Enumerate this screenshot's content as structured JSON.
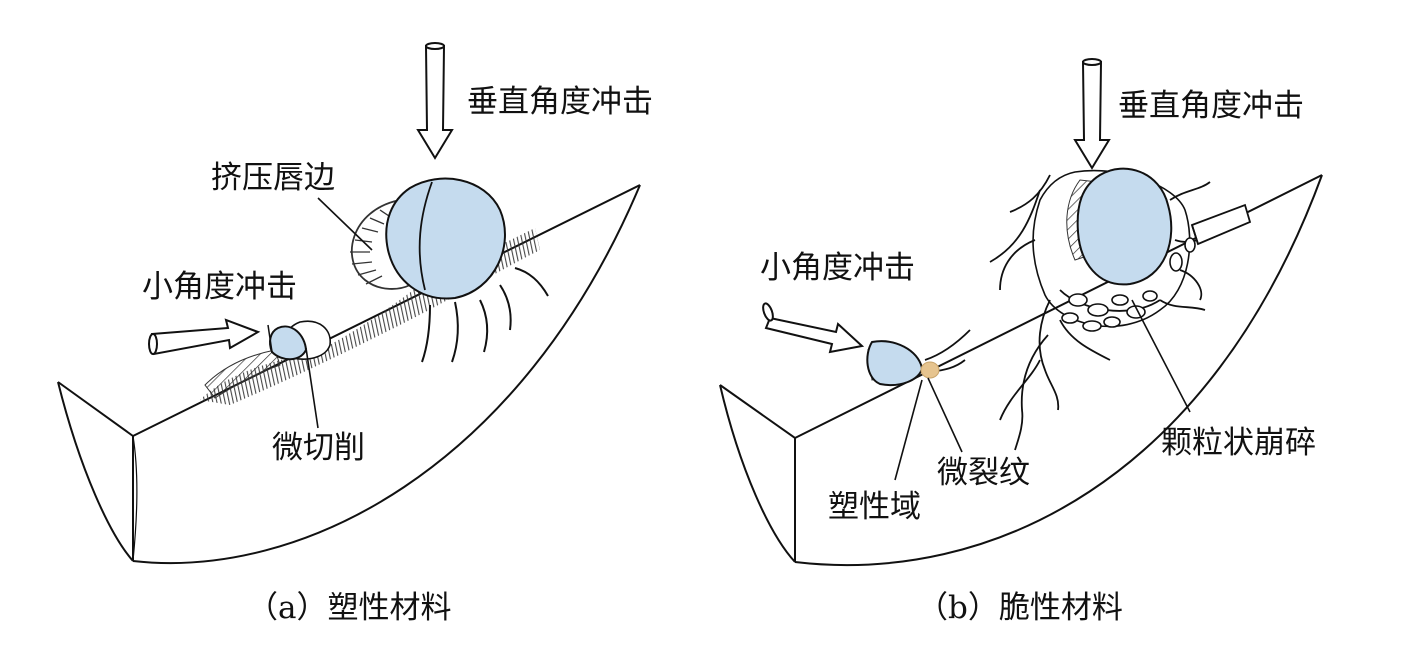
{
  "panel_a": {
    "caption": "（a）塑性材料",
    "labels": {
      "vertical_impact": "垂直角度冲击",
      "extrusion_lip": "挤压唇边",
      "small_angle_impact": "小角度冲击",
      "micro_cutting": "微切削"
    }
  },
  "panel_b": {
    "caption": "（b）脆性材料",
    "labels": {
      "vertical_impact": "垂直角度冲击",
      "small_angle_impact": "小角度冲击",
      "granular_fragmentation": "颗粒状崩碎",
      "micro_crack": "微裂纹",
      "plastic_zone": "塑性域"
    }
  },
  "colors": {
    "particle": "#c5dbee",
    "plastic_zone": "#e6c48f",
    "line": "#111111"
  }
}
